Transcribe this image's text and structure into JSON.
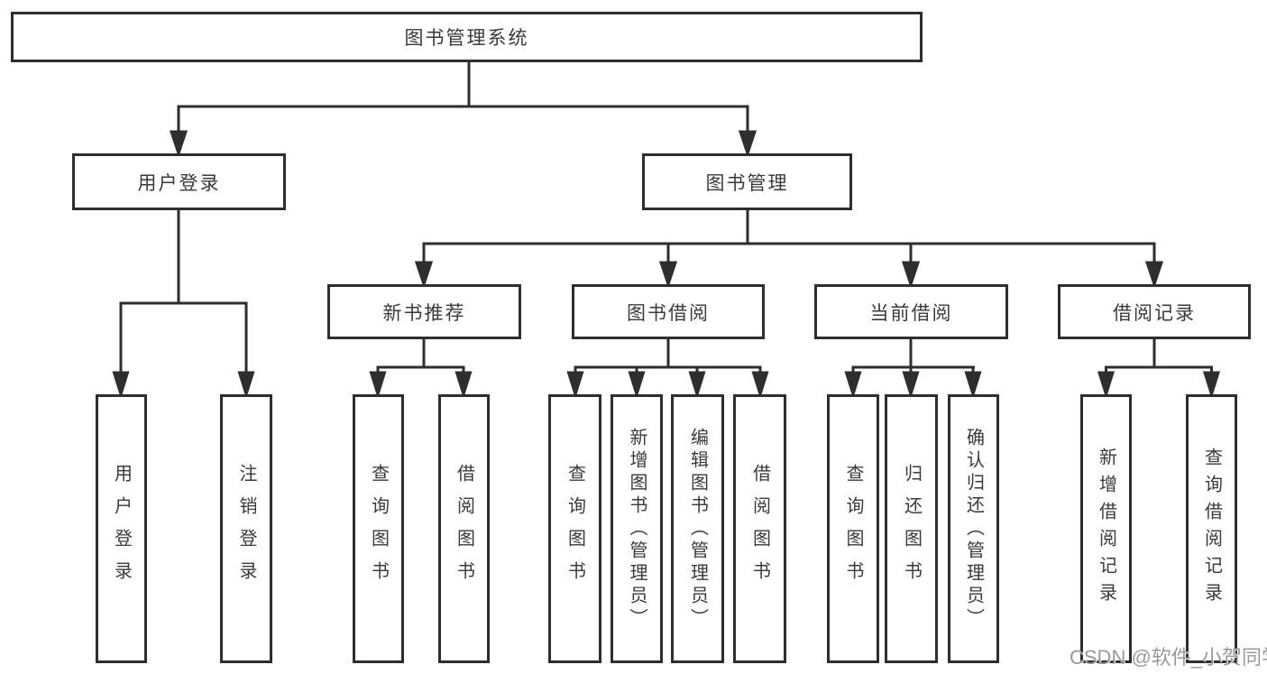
{
  "tree": {
    "label": "图书管理系统",
    "children": [
      {
        "label": "用户登录",
        "children": [
          {
            "label": "用户登录"
          },
          {
            "label": "注销登录"
          }
        ]
      },
      {
        "label": "图书管理",
        "children": [
          {
            "label": "新书推荐",
            "children": [
              {
                "label": "查询图书"
              },
              {
                "label": "借阅图书"
              }
            ]
          },
          {
            "label": "图书借阅",
            "children": [
              {
                "label": "查询图书"
              },
              {
                "label": "新增图书（管理员）"
              },
              {
                "label": "编辑图书（管理员）"
              },
              {
                "label": "借阅图书"
              }
            ]
          },
          {
            "label": "当前借阅",
            "children": [
              {
                "label": "查询图书"
              },
              {
                "label": "归还图书"
              },
              {
                "label": "确认归还（管理员）"
              }
            ]
          },
          {
            "label": "借阅记录",
            "children": [
              {
                "label": "新增借阅记录"
              },
              {
                "label": "查询借阅记录"
              }
            ]
          }
        ]
      }
    ]
  },
  "watermark": {
    "text": "CSDN @软件_小贺同学"
  },
  "colors": {
    "line": "#2e2e2e",
    "text": "#3a3a3a",
    "watermark": "#949494",
    "background": "#ffffff"
  }
}
